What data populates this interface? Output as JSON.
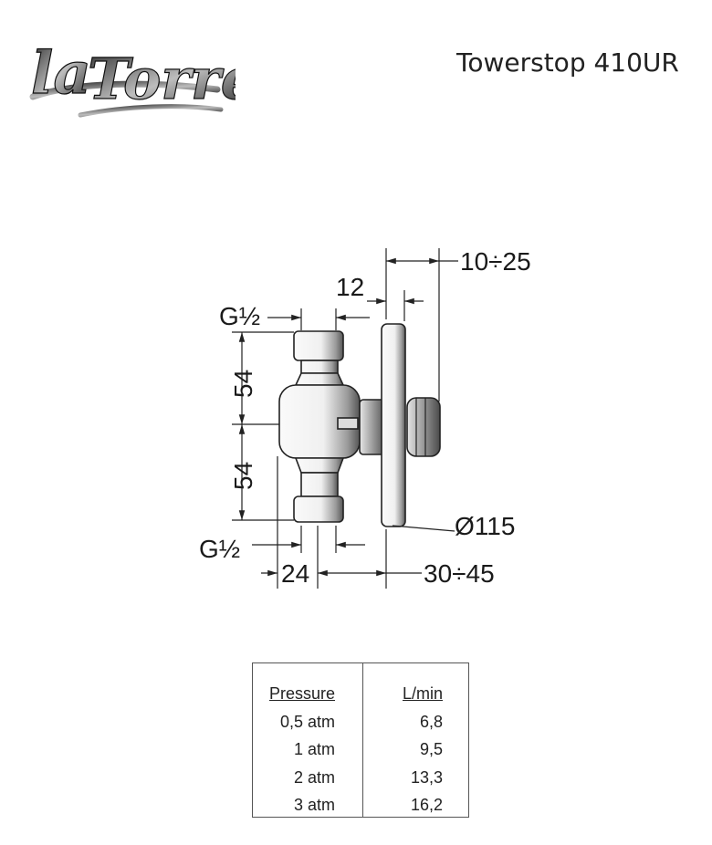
{
  "brand": {
    "logo_text": "laTorre"
  },
  "product": {
    "title": "Towerstop 410UR"
  },
  "dimensions": {
    "top_range": "10÷25",
    "top_offset": "12",
    "upper_thread": "G½",
    "upper_height": "54",
    "lower_height": "54",
    "lower_thread": "G½",
    "bottom_width": "24",
    "bottom_range": "30÷45",
    "plate_diameter": "Ø115"
  },
  "flow_table": {
    "headers": {
      "pressure": "Pressure",
      "flow": "L/min"
    },
    "rows": [
      {
        "pressure": "0,5 atm",
        "flow": "6,8"
      },
      {
        "pressure": "1 atm",
        "flow": "9,5"
      },
      {
        "pressure": "2 atm",
        "flow": "13,3"
      },
      {
        "pressure": "3 atm",
        "flow": "16,2"
      }
    ]
  },
  "colors": {
    "line": "#222222",
    "body_light": "#f4f4f4",
    "body_dark": "#6a6a6a"
  }
}
